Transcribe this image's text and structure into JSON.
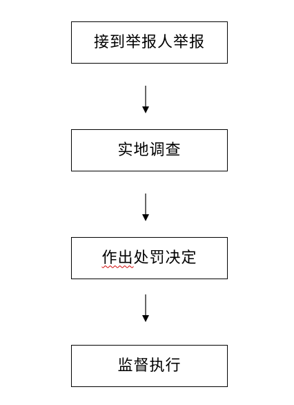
{
  "flowchart": {
    "steps": [
      {
        "label": "接到举报人举报"
      },
      {
        "label": "实地调查"
      },
      {
        "label_underlined": "作出",
        "label_rest": "处罚决定"
      },
      {
        "label": "监督执行"
      }
    ]
  }
}
